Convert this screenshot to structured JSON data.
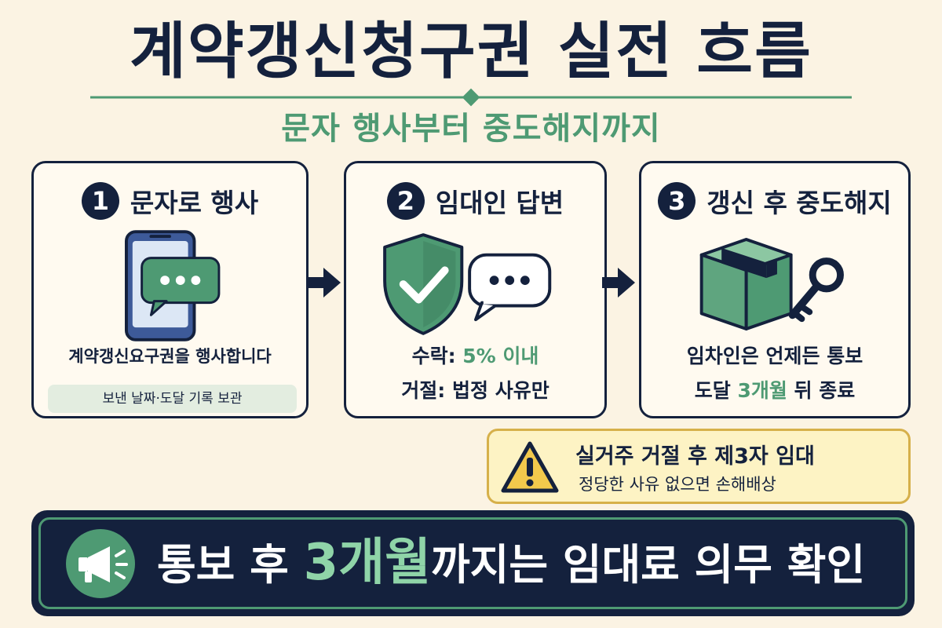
{
  "title": "계약갱신청구권 실전 흐름",
  "subtitle": "문자 행사부터 중도해지까지",
  "steps": [
    {
      "number": "1",
      "title": "문자로 행사",
      "line1": "계약갱신요구권을 행사합니다",
      "chip": "보낸 날짜·도달 기록 보관"
    },
    {
      "number": "2",
      "title": "임대인 답변",
      "accept_label": "수락:",
      "accept_value": "5% 이내",
      "reject_label": "거절:",
      "reject_value": "법정 사유만"
    },
    {
      "number": "3",
      "title": "갱신 후 중도해지",
      "line1": "임차인은 언제든 통보",
      "line2_pre": "도달",
      "line2_em": "3개월",
      "line2_post": "뒤 종료"
    }
  ],
  "warning": {
    "title": "실거주 거절 후 제3자 임대",
    "sub": "정당한 사유 없으면 손해배상"
  },
  "banner": {
    "pre": "통보 후",
    "em": "3개월",
    "post": "까지는 임대료 의무 확인"
  },
  "colors": {
    "navy": "#14213d",
    "green": "#4e9a73",
    "background": "#fbf3e3",
    "warning_fill": "#fdf3c4",
    "warning_border": "#d6b04a"
  },
  "icons": [
    "smartphone-icon",
    "chat-bubble-icon",
    "shield-check-icon",
    "speech-bubble-icon",
    "box-icon",
    "key-icon",
    "arrow-right-icon",
    "warning-triangle-icon",
    "megaphone-icon"
  ]
}
